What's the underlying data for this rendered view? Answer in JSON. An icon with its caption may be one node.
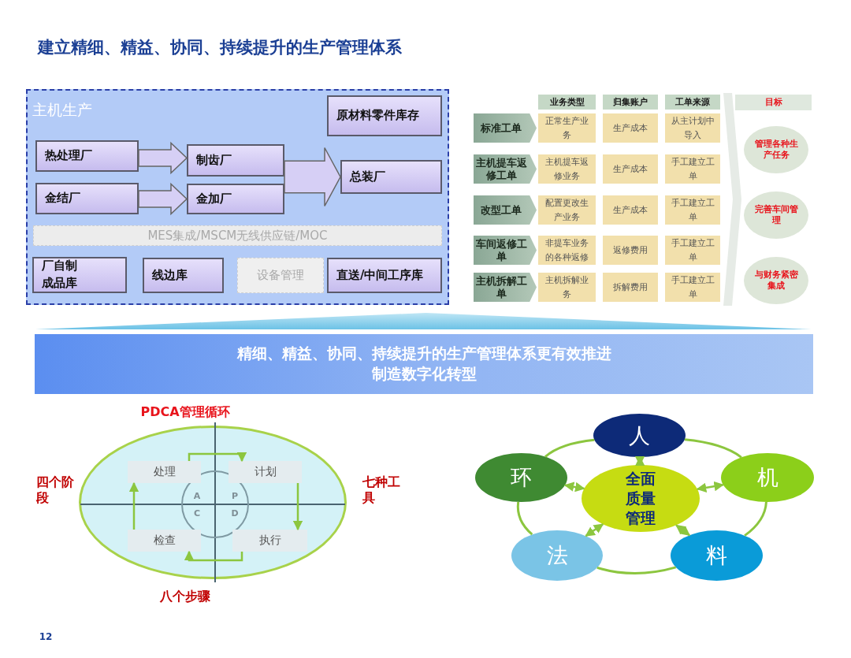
{
  "diagram": {
    "title": "建立精细、精益、协同、持续提升的生产管理体系",
    "nodes": [
      {
        "text": [
          "主机生产"
        ]
      },
      {
        "text": [
          "原材料零件库存"
        ],
        "in": 0
      },
      {
        "text": [
          "热处理厂"
        ],
        "in": 0
      },
      {
        "text": [
          "制齿厂"
        ],
        "in": 0
      },
      {
        "text": [
          "金结厂"
        ],
        "in": 0
      },
      {
        "text": [
          "金加厂"
        ],
        "in": 0
      },
      {
        "text": [
          "总装厂"
        ],
        "in": 0
      },
      {
        "text": [
          "MES集成/MSCM无线供应链/MOC"
        ],
        "in": 0
      },
      {
        "text": [
          "厂自制成品库"
        ],
        "in": 0
      },
      {
        "text": [
          "线边库"
        ],
        "in": 0
      },
      {
        "text": [
          "设备管理"
        ],
        "in": 0
      },
      {
        "text": [
          "直送/中间工序库"
        ],
        "in": 0
      },
      {
        "text": [
          "管理各种生产任务"
        ]
      },
      {
        "text": [
          "完善车间管理"
        ]
      },
      {
        "text": [
          "与财务紧密集成"
        ]
      },
      {
        "text": [
          "精细、精益、协同、持续提升的生产管理体系更有效推进制造数字化转型"
        ]
      },
      {
        "text": [],
        "shape": "ellipse"
      },
      {
        "text": [
          "处理"
        ],
        "in": 16
      },
      {
        "text": [
          "计划"
        ],
        "in": 16
      },
      {
        "text": [
          "检查"
        ],
        "in": 16
      },
      {
        "text": [
          "执行"
        ],
        "in": 16
      },
      {
        "text": [
          "人"
        ]
      },
      {
        "text": [
          "环"
        ]
      },
      {
        "text": [
          "全面质量管理"
        ]
      },
      {
        "text": [
          "机"
        ]
      },
      {
        "text": [
          "法"
        ]
      },
      {
        "text": [
          "料"
        ]
      },
      {
        "text": [],
        "shape": "chevron"
      },
      {
        "text": [],
        "shape": "triangle"
      }
    ],
    "edges": [
      {
        "from": 2,
        "to": 3,
        "arrow": "to",
        "style": "thick",
        "color": "#d6cff5"
      },
      {
        "from": 4,
        "to": 5,
        "arrow": "to",
        "style": "thick",
        "color": "#d6cff5"
      },
      {
        "from": 3,
        "to": 6,
        "arrow": "to",
        "style": "thick",
        "color": "#d6cff5"
      },
      {
        "from": 5,
        "to": 6,
        "arrow": "to",
        "style": "thick",
        "color": "#d6cff5"
      },
      {
        "from": 17,
        "to": 18,
        "arrow": "to"
      },
      {
        "from": 18,
        "to": 20,
        "arrow": "to"
      },
      {
        "from": 20,
        "to": 19,
        "arrow": "to"
      },
      {
        "from": 19,
        "to": 17,
        "arrow": "to"
      },
      {
        "from": 23,
        "to": 21,
        "arrow": "both"
      },
      {
        "from": 23,
        "to": 22,
        "arrow": "both"
      },
      {
        "from": 23,
        "to": 24,
        "arrow": "both"
      },
      {
        "from": 23,
        "to": 25,
        "arrow": "both"
      },
      {
        "from": 23,
        "to": 26,
        "arrow": "both"
      },
      {
        "from": 21,
        "to": 24,
        "arrow": "none"
      },
      {
        "from": 24,
        "to": 26,
        "arrow": "none"
      },
      {
        "from": 26,
        "to": 25,
        "arrow": "none"
      },
      {
        "from": 25,
        "to": 22,
        "arrow": "none"
      },
      {
        "from": 22,
        "to": 21,
        "arrow": "none"
      }
    ],
    "labels": [
      "业务类型",
      "归集账户",
      "工单来源",
      "目标",
      "标准工单",
      "正常生产业务",
      "生产成本",
      "从主计划中导入",
      "主机提车返修工单",
      "主机提车返修业务",
      "生产成本",
      "手工建立工单",
      "改型工单",
      "配置更改生产业务",
      "生产成本",
      "手工建立工单",
      "车间返修工单",
      "非提车业务的各种返修",
      "返修费用",
      "手工建立工单",
      "主机拆解工单",
      "主机拆解业务",
      "拆解费用",
      "手工建立工单",
      "PDCA管理循环",
      "四个阶段",
      "七种工具",
      "A",
      "P",
      "C",
      "D",
      "八个步骤",
      "12"
    ]
  }
}
